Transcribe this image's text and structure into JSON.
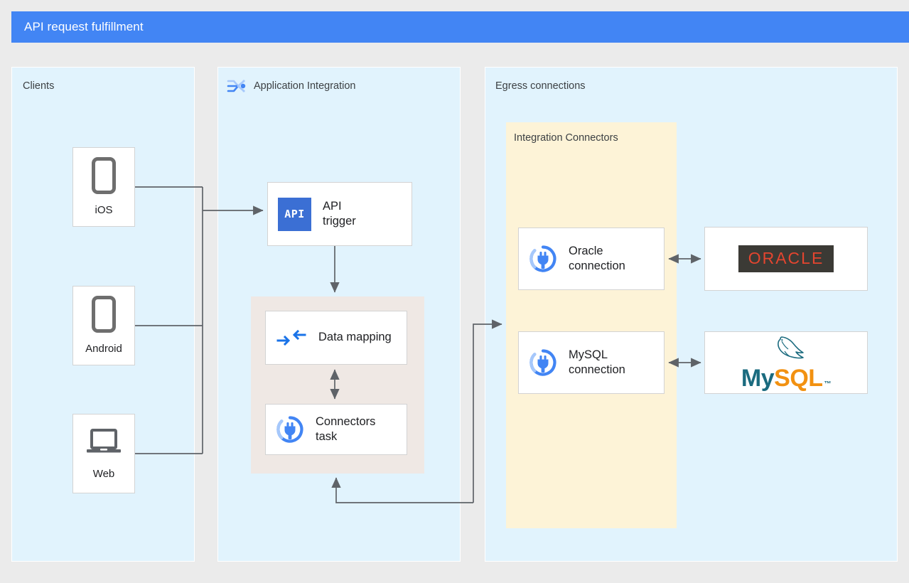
{
  "header": {
    "title": "API request fulfillment",
    "bar_color": "#4285f4"
  },
  "panels": [
    {
      "label": "Clients",
      "icon": null
    },
    {
      "label": "Application Integration",
      "icon": "application-integration-icon"
    },
    {
      "label": "Egress connections",
      "icon": null
    }
  ],
  "inner_panels": {
    "integration_connectors": {
      "label": "Integration Connectors",
      "color": "#fdf3d7"
    },
    "task_group": {
      "color": "#efe8e4"
    }
  },
  "clients": [
    {
      "label": "iOS",
      "icon": "phone-icon"
    },
    {
      "label": "Android",
      "icon": "phone-icon"
    },
    {
      "label": "Web",
      "icon": "laptop-icon"
    }
  ],
  "integration_nodes": [
    {
      "label": "API\ntrigger",
      "icon": "api-icon"
    },
    {
      "label": "Data mapping",
      "icon": "data-mapping-icon"
    },
    {
      "label": "Connectors\ntask",
      "icon": "connector-plug-icon"
    }
  ],
  "connections": [
    {
      "label": "Oracle\nconnection",
      "icon": "connector-plug-icon"
    },
    {
      "label": "MySQL\nconnection",
      "icon": "connector-plug-icon"
    }
  ],
  "backends": [
    {
      "name": "oracle-logo",
      "text": "ORACLE",
      "bg": "#3b3a35",
      "fg": "#e4452f"
    },
    {
      "name": "mysql-logo",
      "text_primary": "My",
      "text_secondary": "SQL",
      "trademark": "™",
      "fg_primary": "#1b6b7f",
      "fg_secondary": "#f29111"
    }
  ],
  "api_icon_text": "API",
  "colors": {
    "page_background": "#ebebeb",
    "panel_background": "#e1f3fd",
    "connector_panel": "#fdf3d7",
    "task_group": "#efe8e4",
    "wire": "#5f6368",
    "accent_blue": "#1a73e8"
  }
}
